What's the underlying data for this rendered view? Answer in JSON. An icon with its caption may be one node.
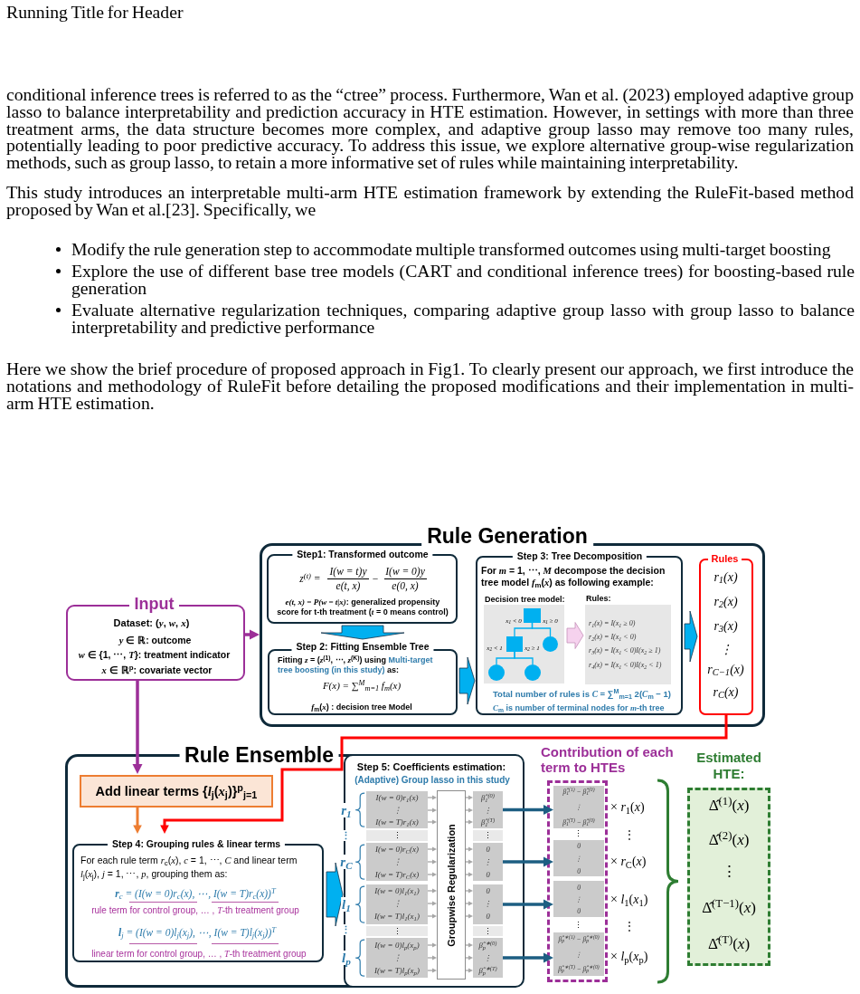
{
  "diagram": {
    "nodes": [
      {
        "text": [
          "Rule Generation"
        ]
      },
      {
        "text": [
          "Step1: Transformed outcome",
          "z$^{(t)}$ =",
          "I(w = t)y",
          "e(t, x)",
          "−",
          "I(w = 0)y",
          "e(0, x)",
          "*e(t, x) = P(w = t|x)*: generalized propensity score for t-th treatment (*t* = 0 means control)"
        ],
        "in": 0
      },
      {
        "text": [
          "Step 2: Fitting Ensemble Tree",
          "Fitting *z* = (*z*$^{(1)}$, ⋯, *z*$^{(K)}$) using",
          "Multi-target tree boosting (in this study)",
          "as:",
          "F(x) = ∑$^{M}$$_{m=1}$ f$_{m}$(x)",
          "*f*$_{m}$(*x*) : decision tree Model"
        ],
        "in": 0
      },
      {
        "text": [
          "Step 3: Tree Decomposition",
          "For *m* = 1, ⋯, *M* decompose the decision tree model *f*$_{m}$(*x*) as following example:",
          "Total number of rules is *C* = ∑$^{M}$$_{m=1}$ 2(*C*$_{m}$ − 1)",
          "*C*$_{m}$ is number of terminal nodes for *m*-th tree"
        ],
        "in": 0
      },
      {
        "text": [
          "Decision tree model:"
        ],
        "in": 3
      },
      {
        "text": [],
        "shape": "box",
        "in": 4
      },
      {
        "text": [],
        "shape": "box",
        "in": 4
      },
      {
        "text": [],
        "shape": "circle",
        "in": 4
      },
      {
        "text": [],
        "shape": "circle",
        "in": 4
      },
      {
        "text": [],
        "shape": "circle",
        "in": 4
      },
      {
        "text": [
          "Rules:",
          "r$_{1}$(x) = I(x$_{1}$ ≥ 0)",
          "r$_{2}$(x) = I(x$_{1}$ < 0)",
          "r$_{3}$(x) = I(x$_{1}$ < 0)I(x$_{2}$ ≥ 1)",
          "r$_{4}$(x) = I(x$_{1}$ < 0)I(x$_{2}$ < 1)"
        ],
        "in": 3
      },
      {
        "text": [
          "Rules",
          "r$_{1}$(x)",
          "r$_{2}$(x)",
          "r$_{3}$(x)",
          "⋮",
          "r$_{C−1}$(x)",
          "r$_{C}$(x)"
        ],
        "in": 0
      },
      {
        "text": [
          "Input",
          "Dataset: (*y*, *w*, *x*)",
          "*y* ∈ ℝ: outcome",
          "*w* ∈ {1, ⋯, *T*}: treatment indicator",
          "*x* ∈ ℝ$^{p}$: covariate vector"
        ]
      },
      {
        "text": [
          "Rule Ensemble"
        ]
      },
      {
        "text": [
          "Add linear terms {*l*$_{j}$(*x*$_{j}$)}$^{p}$$_{j=1}$"
        ],
        "in": 13
      },
      {
        "text": [
          "Step 4: Grouping rules & linear terms",
          "For each rule term *r*$_{c}$(*x*), *c* = 1, ⋯, *C* and linear term *l*$_{j}$(*x*$_{j}$), *j* = 1, ⋯, *p*, grouping them as:",
          "**r**$_{c}$ = (I(w = 0)r$_{c}$(x), ⋯, I(w = T)r$_{c}$(x))$^{T}$",
          "rule term for control group, … , *T*-th treatment group",
          "**l**$_{j}$ = (I(w = 0)l$_{j}$(x$_{j}$), ⋯, I(w = T)l$_{j}$(x$_{j}$))$^{T}$",
          "linear term for control group, … , *T*-th treatment group"
        ],
        "in": 13
      },
      {
        "text": [
          "Step 5: Coefficients estimation:",
          "(Adaptive) Group lasso in this study"
        ],
        "in": 13
      },
      {
        "text": [
          "I(w = 0)r$_{1}$(x)",
          "⋮",
          "I(w = T)r$_{1}$(x)"
        ],
        "in": 16,
        "beside": [
          "r$_{1}$"
        ]
      },
      {
        "text": [
          "⋮"
        ],
        "in": 16
      },
      {
        "text": [
          "I(w = 0)r$_{C}$(x)",
          "⋮",
          "I(w = T)r$_{C}$(x)"
        ],
        "in": 16,
        "beside": [
          "r$_{C}$"
        ]
      },
      {
        "text": [
          "I(w = 0)l$_{1}$(x$_{1}$)",
          "⋮",
          "I(w = T)l$_{1}$(x$_{1}$)"
        ],
        "in": 16,
        "beside": [
          "l$_{1}$"
        ]
      },
      {
        "text": [
          "⋮"
        ],
        "in": 16
      },
      {
        "text": [
          "I(w = 0)l$_{p}$(x$_{p}$)",
          "⋮",
          "I(w = T)l$_{p}$(x$_{p}$)"
        ],
        "in": 16,
        "beside": [
          "l$_{p}$"
        ]
      },
      {
        "text": [
          "Groupwise Regularization"
        ],
        "in": 16
      },
      {
        "text": [
          "β̂$_{1}$$^{(0)}$",
          "⋮",
          "β̂$_{1}$$^{(T)}$"
        ],
        "in": 16
      },
      {
        "text": [
          "⋮"
        ],
        "in": 16
      },
      {
        "text": [
          "0",
          "⋮",
          "0"
        ],
        "in": 16
      },
      {
        "text": [
          "0",
          "⋮",
          "0"
        ],
        "in": 16
      },
      {
        "text": [
          "⋮"
        ],
        "in": 16
      },
      {
        "text": [
          "β̂$_{p}$$^{∗(0)}$",
          "⋮",
          "β̂$_{p}$$^{∗(T)}$"
        ],
        "in": 16
      },
      {
        "text": [
          "Contribution of each term to HTEs",
          "⋮",
          "⋮"
        ]
      },
      {
        "text": [
          "β̂$_{1}$$^{(1)}$ − β̂$_{1}$$^{(0)}$",
          "⋮",
          "β̂$_{1}$$^{(T)}$ − β̂$_{1}$$^{(0)}$"
        ],
        "in": 30,
        "beside": [
          "× *r*$_{1}$(*x*)"
        ]
      },
      {
        "text": [
          "0",
          "⋮",
          "0"
        ],
        "in": 30,
        "beside": [
          "× *r*$_{C}$(*x*)"
        ]
      },
      {
        "text": [
          "0",
          "⋮",
          "0"
        ],
        "in": 30,
        "beside": [
          "× *l*$_{1}$(*x*$_{1}$)"
        ]
      },
      {
        "text": [
          "β̂$_{p}$$^{∗(1)}$ − β̂$_{p}$$^{∗(0)}$",
          "⋮",
          "β̂$_{p}$$^{∗(T)}$ − β̂$_{p}$$^{∗(0)}$"
        ],
        "in": 30,
        "beside": [
          "× *l*$_{p}$(*x*$_{p}$)"
        ]
      },
      {
        "text": [
          "Estimated HTE:",
          "Δ̂$^{(1)}$(*x*)",
          "Δ̂$^{(2)}$(*x*)",
          "⋮",
          "Δ̂$^{(T−1)}$(*x*)",
          "Δ̂$^{(T)}$(*x*)"
        ]
      }
    ],
    "edges": [
      {
        "from": 12,
        "to": 0,
        "arrow": "to",
        "style": "thick",
        "color": "#9c2f98"
      },
      {
        "from": 12,
        "to": 14,
        "arrow": "to",
        "style": "thick",
        "color": "#9c2f98"
      },
      {
        "from": 1,
        "to": 2,
        "arrow": "to",
        "style": "thick",
        "color": "#00b0f0"
      },
      {
        "from": 2,
        "to": 3,
        "arrow": "to",
        "style": "thick",
        "color": "#00b0f0"
      },
      {
        "from": 4,
        "to": 10,
        "arrow": "to",
        "style": "thick",
        "color": "#f6d2ee"
      },
      {
        "from": 3,
        "to": 11,
        "arrow": "to",
        "style": "thick",
        "color": "#00b0f0"
      },
      {
        "from": 11,
        "to": 15,
        "arrow": "to",
        "style": "thick",
        "color": "#ff0000"
      },
      {
        "from": 14,
        "to": 15,
        "arrow": "to",
        "style": "thick",
        "color": "#ed7d31"
      },
      {
        "from": 15,
        "to": 16,
        "arrow": "to",
        "style": "thick",
        "color": "#00b0f0"
      },
      {
        "from": 5,
        "to": 6,
        "arrow": "none",
        "label": "x$_{1}$ < 0",
        "color": "#00b0f0"
      },
      {
        "from": 5,
        "to": 7,
        "arrow": "none",
        "label": "x$_{1}$ ≥ 0",
        "color": "#00b0f0"
      },
      {
        "from": 6,
        "to": 8,
        "arrow": "none",
        "label": "x$_{2}$ < 1",
        "color": "#00b0f0"
      },
      {
        "from": 6,
        "to": 9,
        "arrow": "none",
        "label": "x$_{2}$ ≥ 1",
        "color": "#00b0f0"
      },
      {
        "from": 17,
        "to": 23,
        "arrow": "to"
      },
      {
        "from": 17,
        "to": 23,
        "arrow": "to"
      },
      {
        "from": 17,
        "to": 23,
        "arrow": "to"
      },
      {
        "from": 19,
        "to": 23,
        "arrow": "to"
      },
      {
        "from": 19,
        "to": 23,
        "arrow": "to"
      },
      {
        "from": 19,
        "to": 23,
        "arrow": "to"
      },
      {
        "from": 20,
        "to": 23,
        "arrow": "to"
      },
      {
        "from": 20,
        "to": 23,
        "arrow": "to"
      },
      {
        "from": 20,
        "to": 23,
        "arrow": "to"
      },
      {
        "from": 22,
        "to": 23,
        "arrow": "to"
      },
      {
        "from": 22,
        "to": 23,
        "arrow": "to"
      },
      {
        "from": 22,
        "to": 23,
        "arrow": "to"
      },
      {
        "from": 23,
        "to": 24,
        "arrow": "to"
      },
      {
        "from": 23,
        "to": 24,
        "arrow": "to"
      },
      {
        "from": 23,
        "to": 24,
        "arrow": "to"
      },
      {
        "from": 23,
        "to": 26,
        "arrow": "to"
      },
      {
        "from": 23,
        "to": 26,
        "arrow": "to"
      },
      {
        "from": 23,
        "to": 26,
        "arrow": "to"
      },
      {
        "from": 23,
        "to": 27,
        "arrow": "to"
      },
      {
        "from": 23,
        "to": 27,
        "arrow": "to"
      },
      {
        "from": 23,
        "to": 27,
        "arrow": "to"
      },
      {
        "from": 23,
        "to": 29,
        "arrow": "to"
      },
      {
        "from": 23,
        "to": 29,
        "arrow": "to"
      },
      {
        "from": 23,
        "to": 29,
        "arrow": "to"
      },
      {
        "from": 24,
        "to": 31,
        "arrow": "to",
        "style": "thick",
        "color": "#1d5e82"
      },
      {
        "from": 26,
        "to": 32,
        "arrow": "to",
        "style": "thick",
        "color": "#1d5e82"
      },
      {
        "from": 27,
        "to": 33,
        "arrow": "to",
        "style": "thick",
        "color": "#1d5e82"
      },
      {
        "from": 29,
        "to": 34,
        "arrow": "to",
        "style": "thick",
        "color": "#1d5e82"
      }
    ],
    "labels": [
      "Running Title for Header",
      "conditional inference trees is referred to as the “ctree” process. Furthermore, Wan et al. (2023) employed adaptive group lasso to balance interpretability and prediction accuracy in HTE estimation. However, in settings with more than three treatment arms, the data structure becomes more complex, and adaptive group lasso may remove too many rules, potentially leading to poor predictive accuracy. To address this issue, we explore alternative group-wise regularization methods, such as group lasso, to retain a more informative set of rules while maintaining interpretability.",
      "This study introduces an interpretable multi-arm HTE estimation framework by extending the RuleFit-based method proposed by Wan et al.[23]. Specifically, we",
      "Modify the rule generation step to accommodate multiple transformed outcomes using multi-target boosting",
      "Explore the use of different base tree models (CART and conditional inference trees) for boosting-based rule generation",
      "Evaluate alternative regularization techniques, comparing adaptive group lasso with group lasso to balance interpretability and predictive performance",
      "Here we show the brief procedure of proposed approach in Fig1. To clearly present our approach, we first introduce the notations and methodology of RuleFit before detailing the proposed modifications and their implementation in multi-arm HTE estimation.",
      "⋮",
      "⋮",
      "⋮",
      "⋮"
    ]
  }
}
